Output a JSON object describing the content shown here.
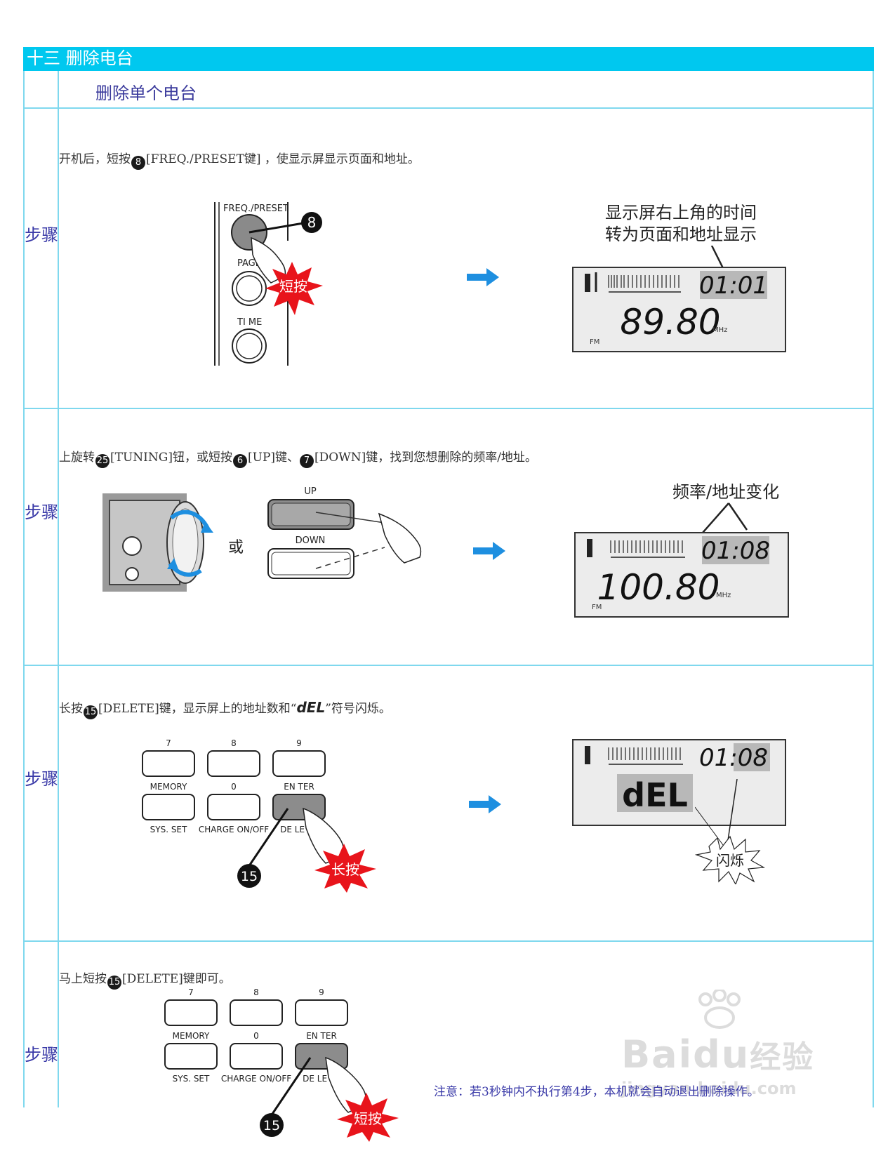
{
  "section": {
    "title": "十三  删除电台",
    "subtitle": "删除单个电台"
  },
  "step_label": "步骤",
  "steps": [
    {
      "pre": "开机后，短按",
      "badge": "8",
      "post": "[FREQ./PRESET键] ，使显示屏显示页面和地址。",
      "annotation_line1": "显示屏右上角的时间",
      "annotation_line2": "转为页面和地址显示",
      "keys": {
        "freq_preset": "FREQ./PRESET",
        "page": "PAGE",
        "time": "TI ME",
        "callout": "8"
      },
      "burst": "短按",
      "lcd": {
        "time": "01:01",
        "freq": "89.80",
        "unit": "MHz",
        "mode": "FM"
      }
    },
    {
      "pre": "上旋转",
      "badge1": "25",
      "mid1": "[TUNING]钮，或短按",
      "badge2": "6",
      "mid2": "[UP]键、",
      "badge3": "7",
      "post": "[DOWN]键，找到您想删除的频率/地址。",
      "annotation": "频率/地址变化",
      "or": "或",
      "keys": {
        "up": "UP",
        "down": "DOWN"
      },
      "lcd": {
        "time": "01:08",
        "freq": "100.80",
        "unit": "MHz",
        "mode": "FM"
      }
    },
    {
      "pre": "长按",
      "badge": "15",
      "mid": "[DELETE]键，显示屏上的地址数和",
      "q_open": "“",
      "dEL": "dEL",
      "q_close": "”",
      "post": "符号闪烁。",
      "keys": {
        "k7": "7",
        "k8": "8",
        "k9": "9",
        "memory": "MEMORY",
        "k0": "0",
        "enter": "EN TER",
        "sys": "SYS. SET",
        "charge": "CHARGE ON/OFF",
        "delete": "DE LE TE",
        "callout": "15"
      },
      "burst": "长按",
      "flash": "闪烁",
      "lcd": {
        "time": "01:08",
        "del": "dEL"
      }
    },
    {
      "pre": "马上短按",
      "badge": "15",
      "post": "[DELETE]键即可。",
      "keys": {
        "k7": "7",
        "k8": "8",
        "k9": "9",
        "memory": "MEMORY",
        "k0": "0",
        "enter": "EN TER",
        "sys": "SYS. SET",
        "charge": "CHARGE ON/OFF",
        "delete": "DE LE TE",
        "callout": "15"
      },
      "burst": "短按"
    }
  ],
  "note": "注意：若3秒钟内不执行第4步，本机就会自动退出删除操作。",
  "watermark": {
    "logo": "Bai",
    "logo2": "du",
    "jingyan": "经验",
    "url": "jingyan.baidu.com"
  },
  "colors": {
    "title_bar": "#00c8ef",
    "frame": "#7fd8ee",
    "step_label": "#3a3aa8",
    "arrow": "#1e8fe0",
    "burst": "#e8141b"
  }
}
